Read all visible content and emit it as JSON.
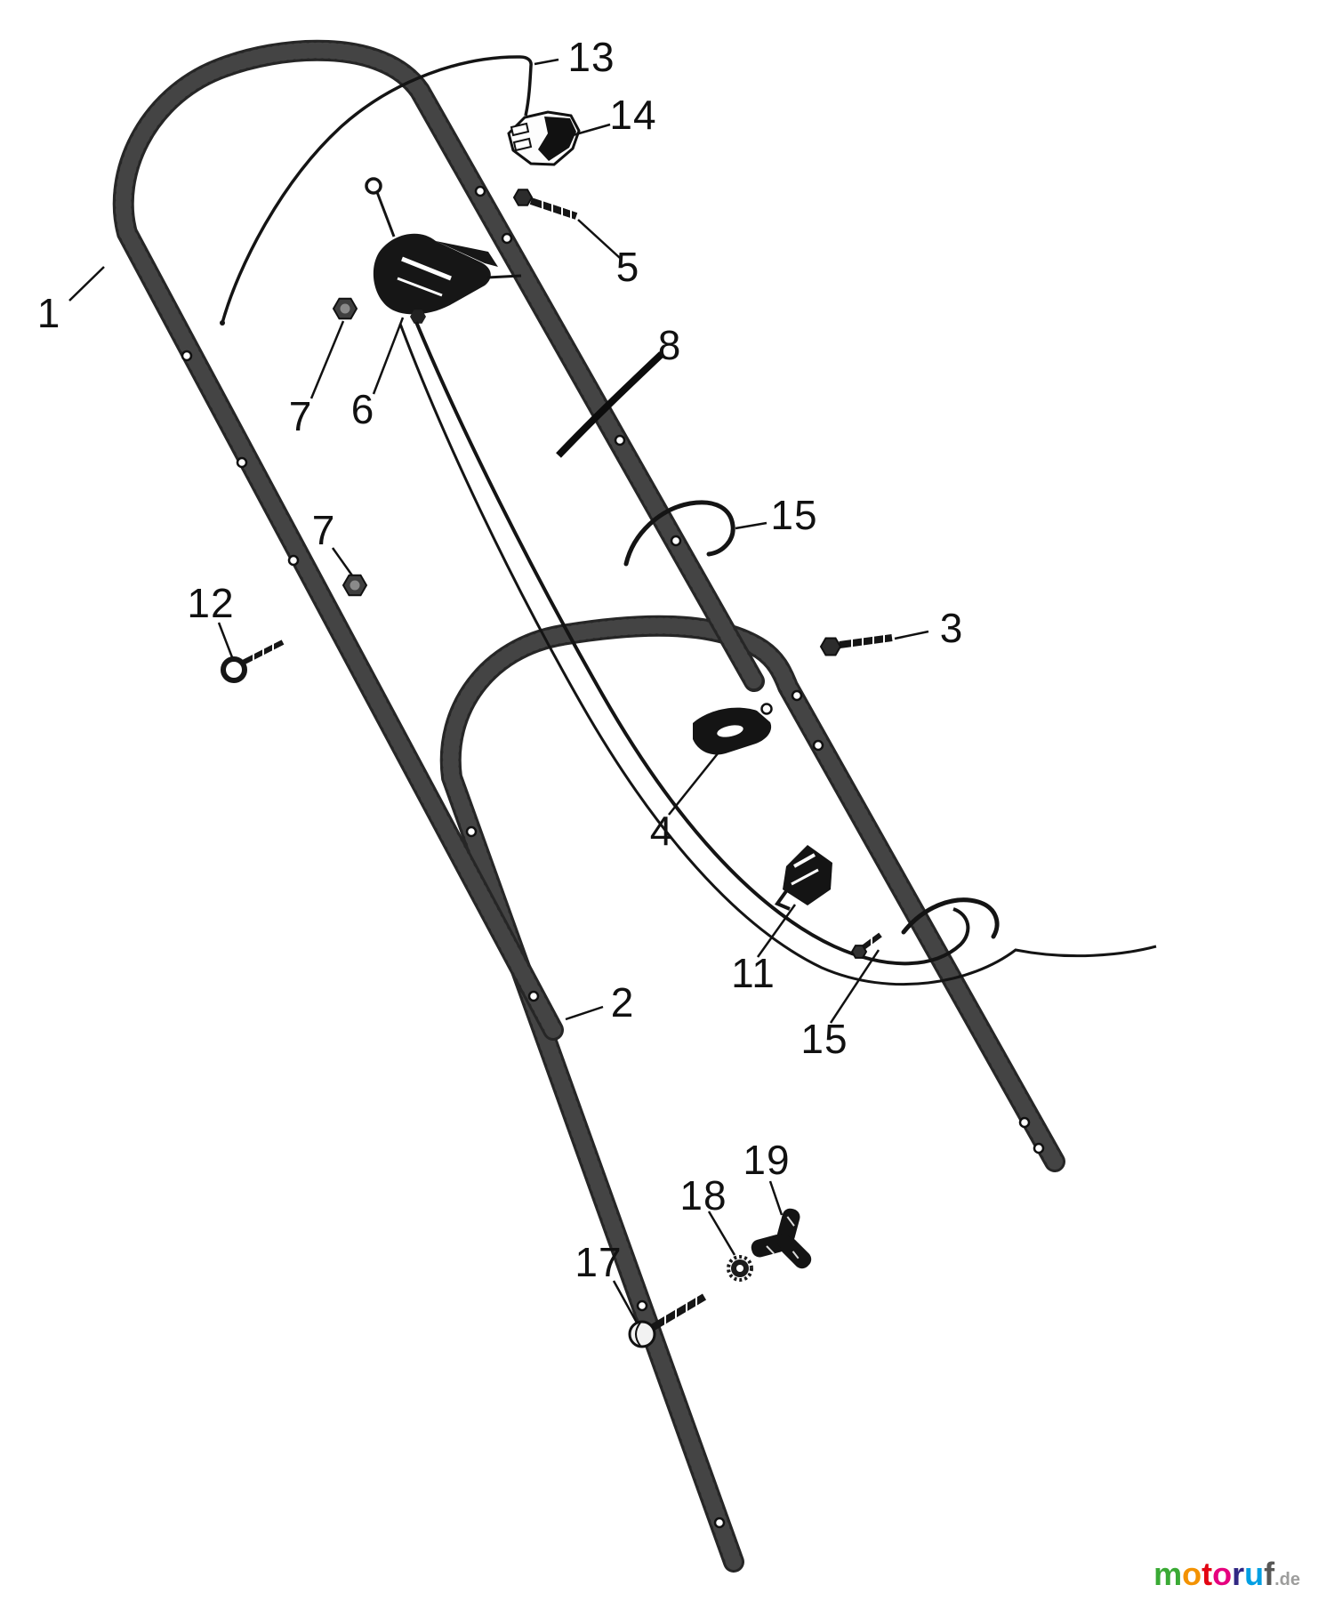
{
  "diagram": {
    "ink_color": "#1d1d1d",
    "background": "#ffffff",
    "callouts": [
      {
        "label": "1"
      },
      {
        "label": "2"
      },
      {
        "label": "3"
      },
      {
        "label": "4"
      },
      {
        "label": "5"
      },
      {
        "label": "6"
      },
      {
        "label": "7"
      },
      {
        "label": "7"
      },
      {
        "label": "8"
      },
      {
        "label": "11"
      },
      {
        "label": "12"
      },
      {
        "label": "13"
      },
      {
        "label": "14"
      },
      {
        "label": "15"
      },
      {
        "label": "15"
      },
      {
        "label": "17"
      },
      {
        "label": "18"
      },
      {
        "label": "19"
      }
    ]
  },
  "watermark": {
    "letters": [
      {
        "ch": "m",
        "color": "#3aaa35"
      },
      {
        "ch": "o",
        "color": "#f39200"
      },
      {
        "ch": "t",
        "color": "#e30613"
      },
      {
        "ch": "o",
        "color": "#e6007e"
      },
      {
        "ch": "r",
        "color": "#312783"
      },
      {
        "ch": "u",
        "color": "#009fe3"
      },
      {
        "ch": "f",
        "color": "#575756"
      }
    ],
    "suffix": ".de",
    "suffix_color": "#9d9d9c"
  }
}
